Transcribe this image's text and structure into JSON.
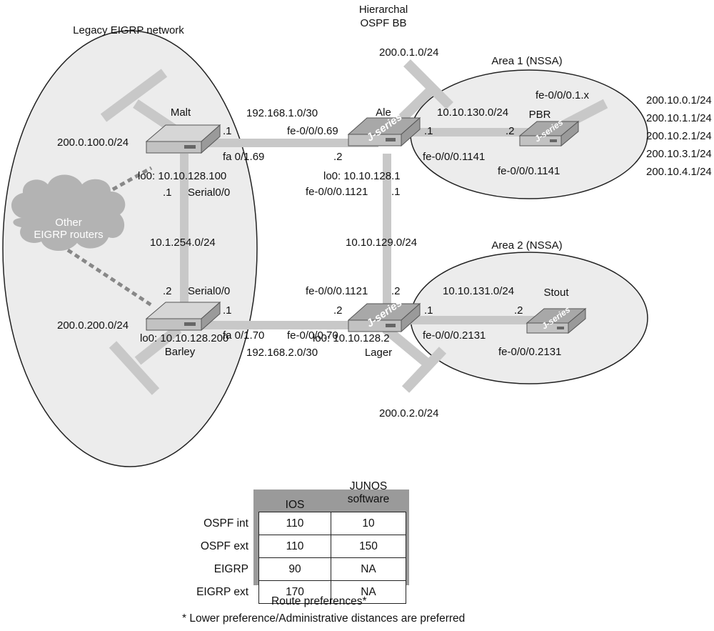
{
  "regions": {
    "legacy_title": "Legacy EIGRP network",
    "backbone_title_line1": "Hierarchal",
    "backbone_title_line2": "OSPF BB",
    "area1_title": "Area 1 (NSSA)",
    "area2_title": "Area 2 (NSSA)"
  },
  "routers": {
    "malt": {
      "name": "Malt",
      "loopback": "lo0: 10.10.128.100"
    },
    "barley": {
      "name": "Barley",
      "loopback": "lo0: 10.10.128.200"
    },
    "ale": {
      "name": "Ale",
      "badge": "J-series",
      "loopback": "lo0: 10.10.128.1"
    },
    "lager": {
      "name": "Lager",
      "badge": "J-series",
      "loopback": "lo0: 10.10.128.2"
    },
    "pbr": {
      "name": "PBR",
      "badge": "J-series"
    },
    "stout": {
      "name": "Stout",
      "badge": "J-series"
    }
  },
  "cloud": {
    "line1": "Other",
    "line2": "EIGRP routers"
  },
  "labels": {
    "malt_ale_subnet": "192.168.1.0/30",
    "malt_ale_malt_side": ".1",
    "malt_ale_ale_side": ".2",
    "malt_if_fa": "fa 0/1.69",
    "ale_if_fe069": "fe-0/0/0.69",
    "malt_barley_subnet": "10.1.254.0/24",
    "malt_serial": "Serial0/0",
    "malt_serial_addr": ".1",
    "barley_serial": "Serial0/0",
    "barley_serial_addr": ".2",
    "barley_lager_subnet": "192.168.2.0/30",
    "barley_side": ".1",
    "lager_side": ".2",
    "barley_if_fa": "fa 0/1.70",
    "lager_if_fe070": "fe-0/0/0.70",
    "ale_lager_subnet": "10.10.129.0/24",
    "ale_if_1121": "fe-0/0/0.1121",
    "ale_1121_addr": ".1",
    "lager_if_1121": "fe-0/0/0.1121",
    "lager_1121_addr": ".2",
    "ale_pbr_subnet": "10.10.130.0/24",
    "ale_pbr_ale_side": ".1",
    "ale_pbr_pbr_side": ".2",
    "ale_if_1141": "fe-0/0/0.1141",
    "pbr_if_1141": "fe-0/0/0.1141",
    "pbr_if_1x": "fe-0/0/0.1.x",
    "lager_stout_subnet": "10.10.131.0/24",
    "lager_stout_lager_side": ".1",
    "lager_stout_stout_side": ".2",
    "lager_if_2131": "fe-0/0/0.2131",
    "stout_if_2131": "fe-0/0/0.2131",
    "net_200_0_1": "200.0.1.0/24",
    "net_200_0_2": "200.0.2.0/24",
    "net_200_0_100": "200.0.100.0/24",
    "net_200_0_200": "200.0.200.0/24",
    "pbr_routes": [
      "200.10.0.1/24",
      "200.10.1.1/24",
      "200.10.2.1/24",
      "200.10.3.1/24",
      "200.10.4.1/24"
    ]
  },
  "table": {
    "col_ios": "IOS",
    "col_junos_line1": "JUNOS",
    "col_junos_line2": "software",
    "rows": [
      {
        "label": "OSPF int",
        "ios": "110",
        "junos": "10"
      },
      {
        "label": "OSPF ext",
        "ios": "110",
        "junos": "150"
      },
      {
        "label": "EIGRP",
        "ios": "90",
        "junos": "NA"
      },
      {
        "label": "EIGRP ext",
        "ios": "170",
        "junos": "NA"
      }
    ],
    "caption": "Route preferences*",
    "footnote": "* Lower preference/Administrative distances are preferred"
  },
  "colors": {
    "region_fill": "#ececec",
    "link_gray": "#c8c8c8",
    "router_top": "#d6d6d6",
    "router_side": "#9a9a9a",
    "cloud_fill": "#b3b3b3",
    "outline": "#222222"
  }
}
